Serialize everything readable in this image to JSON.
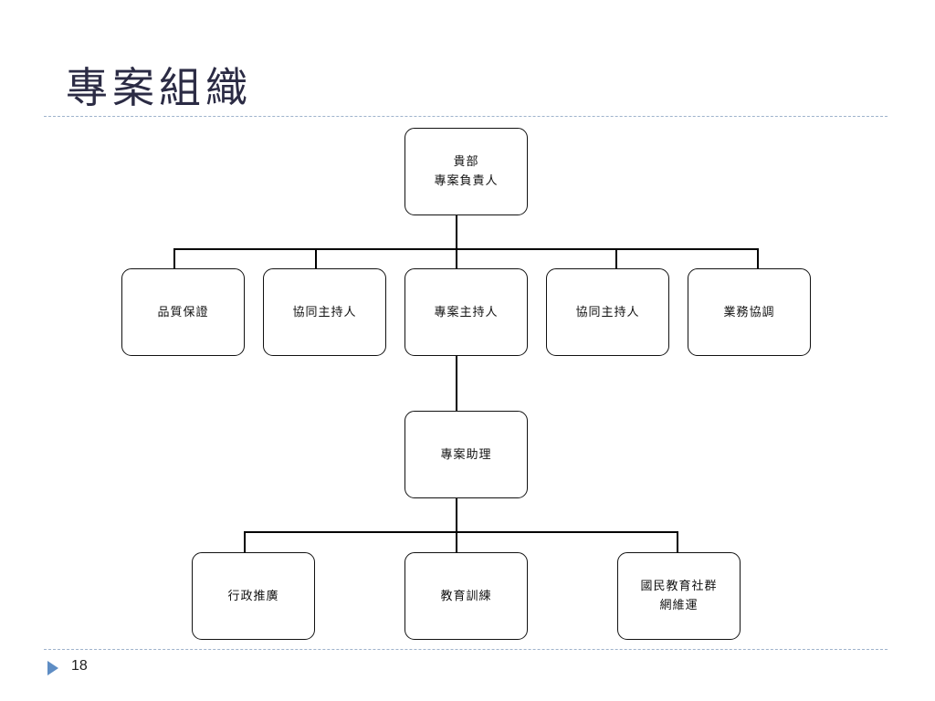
{
  "slide": {
    "title": "專案組織",
    "page_number": "18"
  },
  "org_chart": {
    "root": {
      "label": "貴部\n專案負責人"
    },
    "level2": [
      {
        "label": "品質保證"
      },
      {
        "label": "協同主持人"
      },
      {
        "label": "專案主持人"
      },
      {
        "label": "協同主持人"
      },
      {
        "label": "業務協調"
      }
    ],
    "assistant": {
      "label": "專案助理"
    },
    "level4": [
      {
        "label": "行政推廣"
      },
      {
        "label": "教育訓練"
      },
      {
        "label": "國民教育社群\n網維運"
      }
    ]
  }
}
